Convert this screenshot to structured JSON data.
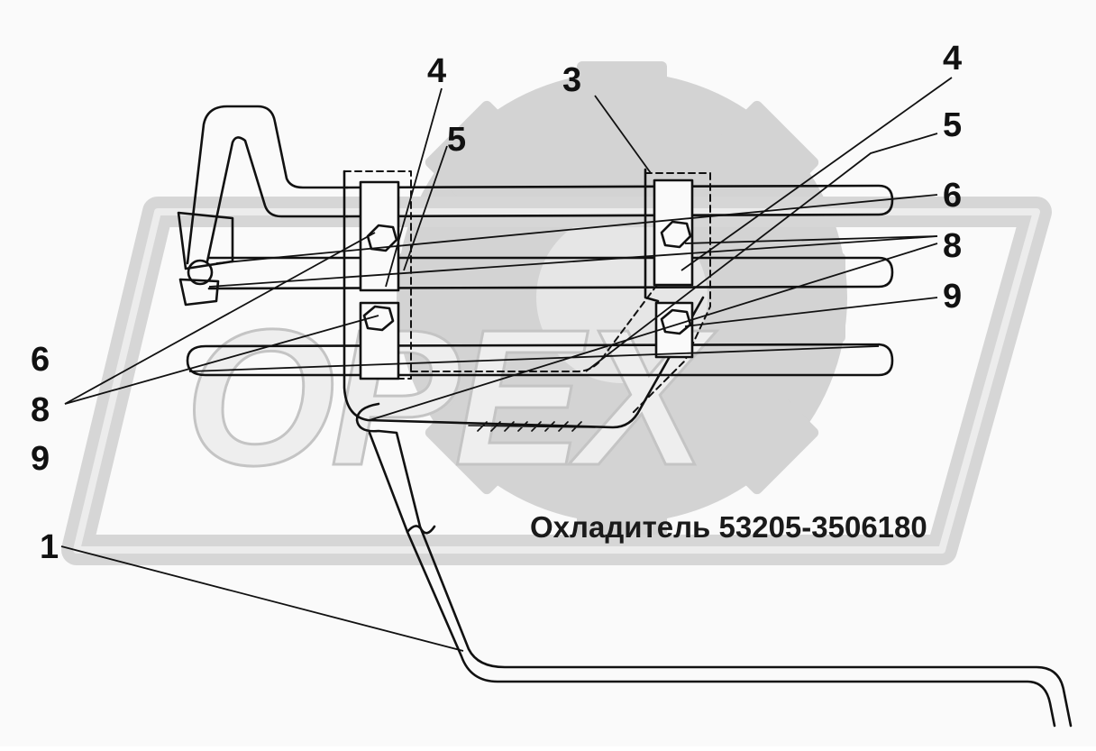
{
  "diagram": {
    "caption": "Охладитель 53205-3506180",
    "watermark_text": "OPEX",
    "callouts": {
      "top_4": "4",
      "top_5": "5",
      "top_3": "3",
      "right_4": "4",
      "right_5": "5",
      "right_6": "6",
      "right_8": "8",
      "right_9": "9",
      "left_6": "6",
      "left_8": "8",
      "left_9": "9",
      "left_1": "1"
    }
  },
  "colors": {
    "line": "#111111",
    "watermark": "#cfcfcf",
    "watermark_light": "#e2e2e2",
    "background": "#fafafa"
  }
}
